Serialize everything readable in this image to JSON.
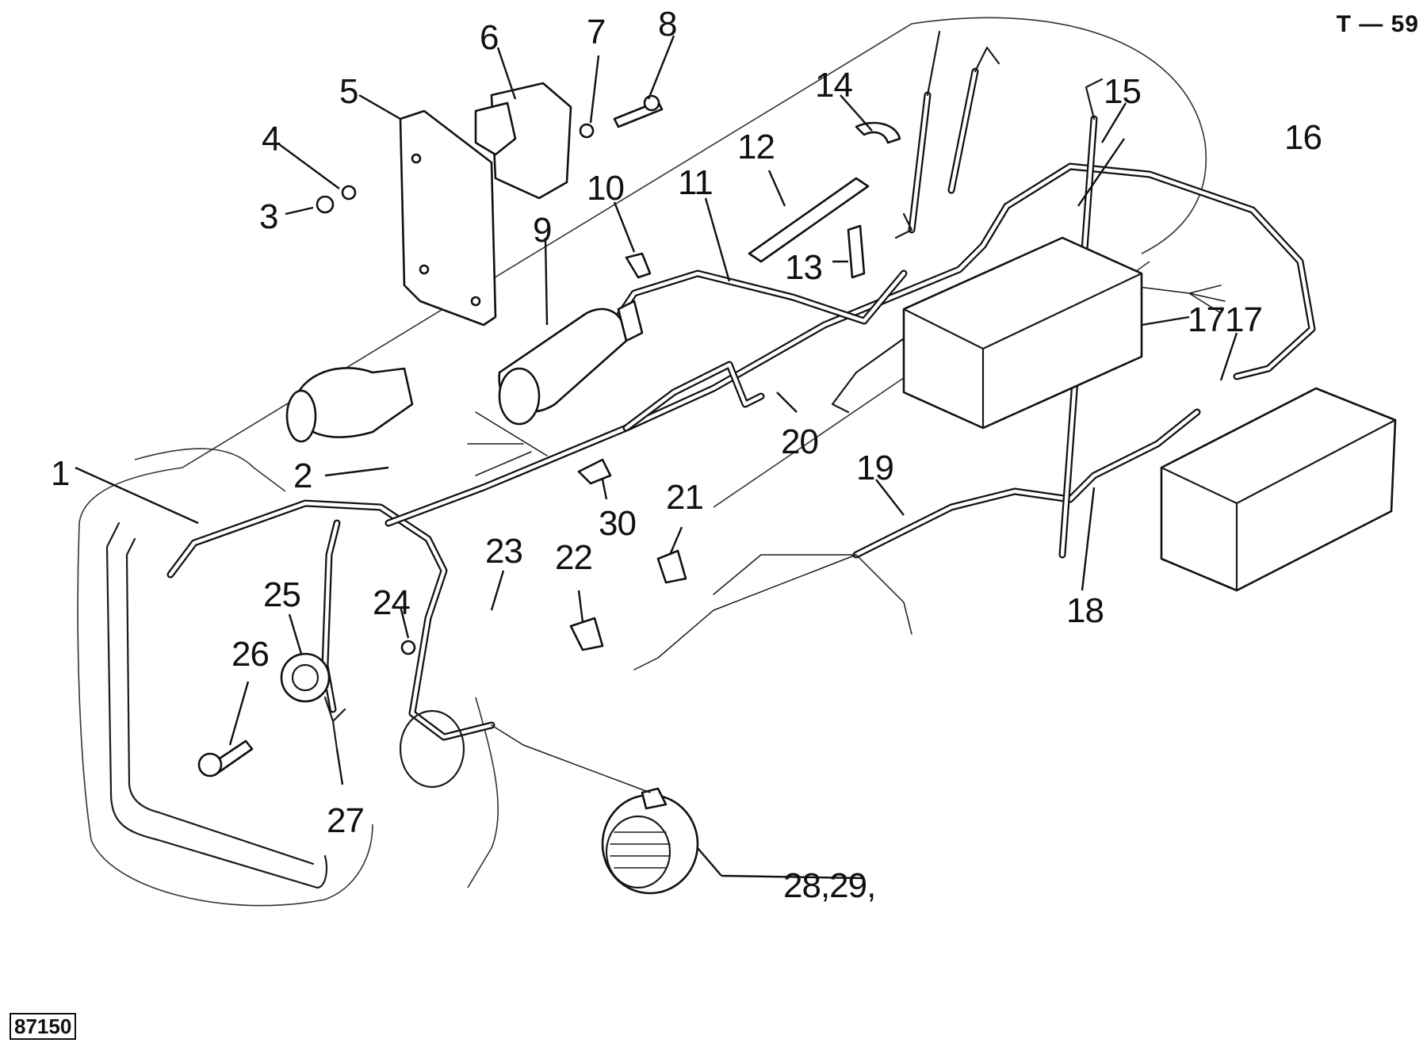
{
  "doc_ref": "T — 59",
  "figure_id": "87150",
  "callouts": [
    "1",
    "2",
    "3",
    "4",
    "5",
    "6",
    "7",
    "8",
    "9",
    "10",
    "11",
    "12",
    "13",
    "14",
    "15",
    "16",
    "17",
    "17",
    "18",
    "19",
    "20",
    "21",
    "22",
    "23",
    "24",
    "25",
    "26",
    "27",
    "28,29,",
    "30"
  ]
}
